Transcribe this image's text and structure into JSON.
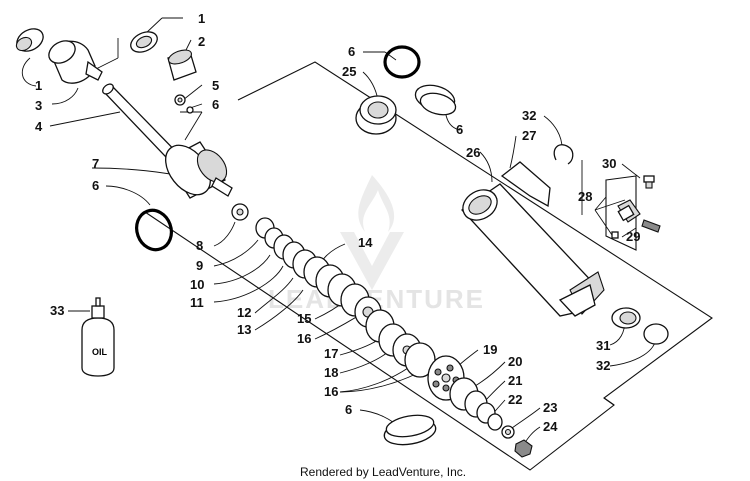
{
  "callouts": {
    "c1a": "1",
    "c2": "2",
    "c1b": "1",
    "c3": "3",
    "c4": "4",
    "c5": "5",
    "c6a": "6",
    "c7": "7",
    "c6b": "6",
    "c8": "8",
    "c9": "9",
    "c10": "10",
    "c11": "11",
    "c12": "12",
    "c13": "13",
    "c14": "14",
    "c15": "15",
    "c16a": "16",
    "c17": "17",
    "c18": "18",
    "c16b": "16",
    "c6c": "6",
    "c19": "19",
    "c20": "20",
    "c21": "21",
    "c22": "22",
    "c23": "23",
    "c24": "24",
    "c6d": "6",
    "c25": "25",
    "c6e": "6",
    "c26": "26",
    "c27": "27",
    "c32a": "32",
    "c30": "30",
    "c28": "28",
    "c29": "29",
    "c31": "31",
    "c32b": "32",
    "c33": "33"
  },
  "bottle_label": "OIL",
  "watermark": "LEADVENTURE",
  "footer": "Rendered by LeadVenture, Inc."
}
